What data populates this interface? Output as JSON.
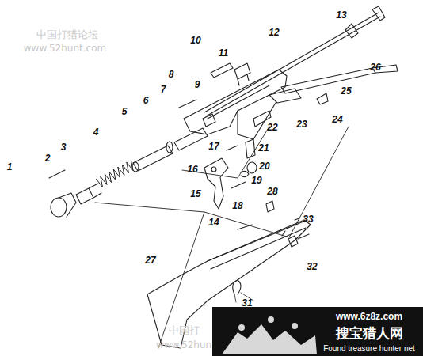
{
  "diagram": {
    "labels": [
      "中国打猎论坛",
      "www.52hunt.com",
      "1",
      "2",
      "3",
      "4",
      "5",
      "6",
      "7",
      "8",
      "9",
      "10",
      "11",
      "12",
      "13",
      "14",
      "15",
      "16",
      "17",
      "18",
      "19",
      "20",
      "21",
      "22",
      "23",
      "24",
      "25",
      "26",
      "27",
      "28",
      "31",
      "32",
      "33",
      "中国打",
      "www.52hun",
      "www.6z8z.com",
      "搜宝猎人网",
      "Found treasure hunter net"
    ]
  }
}
